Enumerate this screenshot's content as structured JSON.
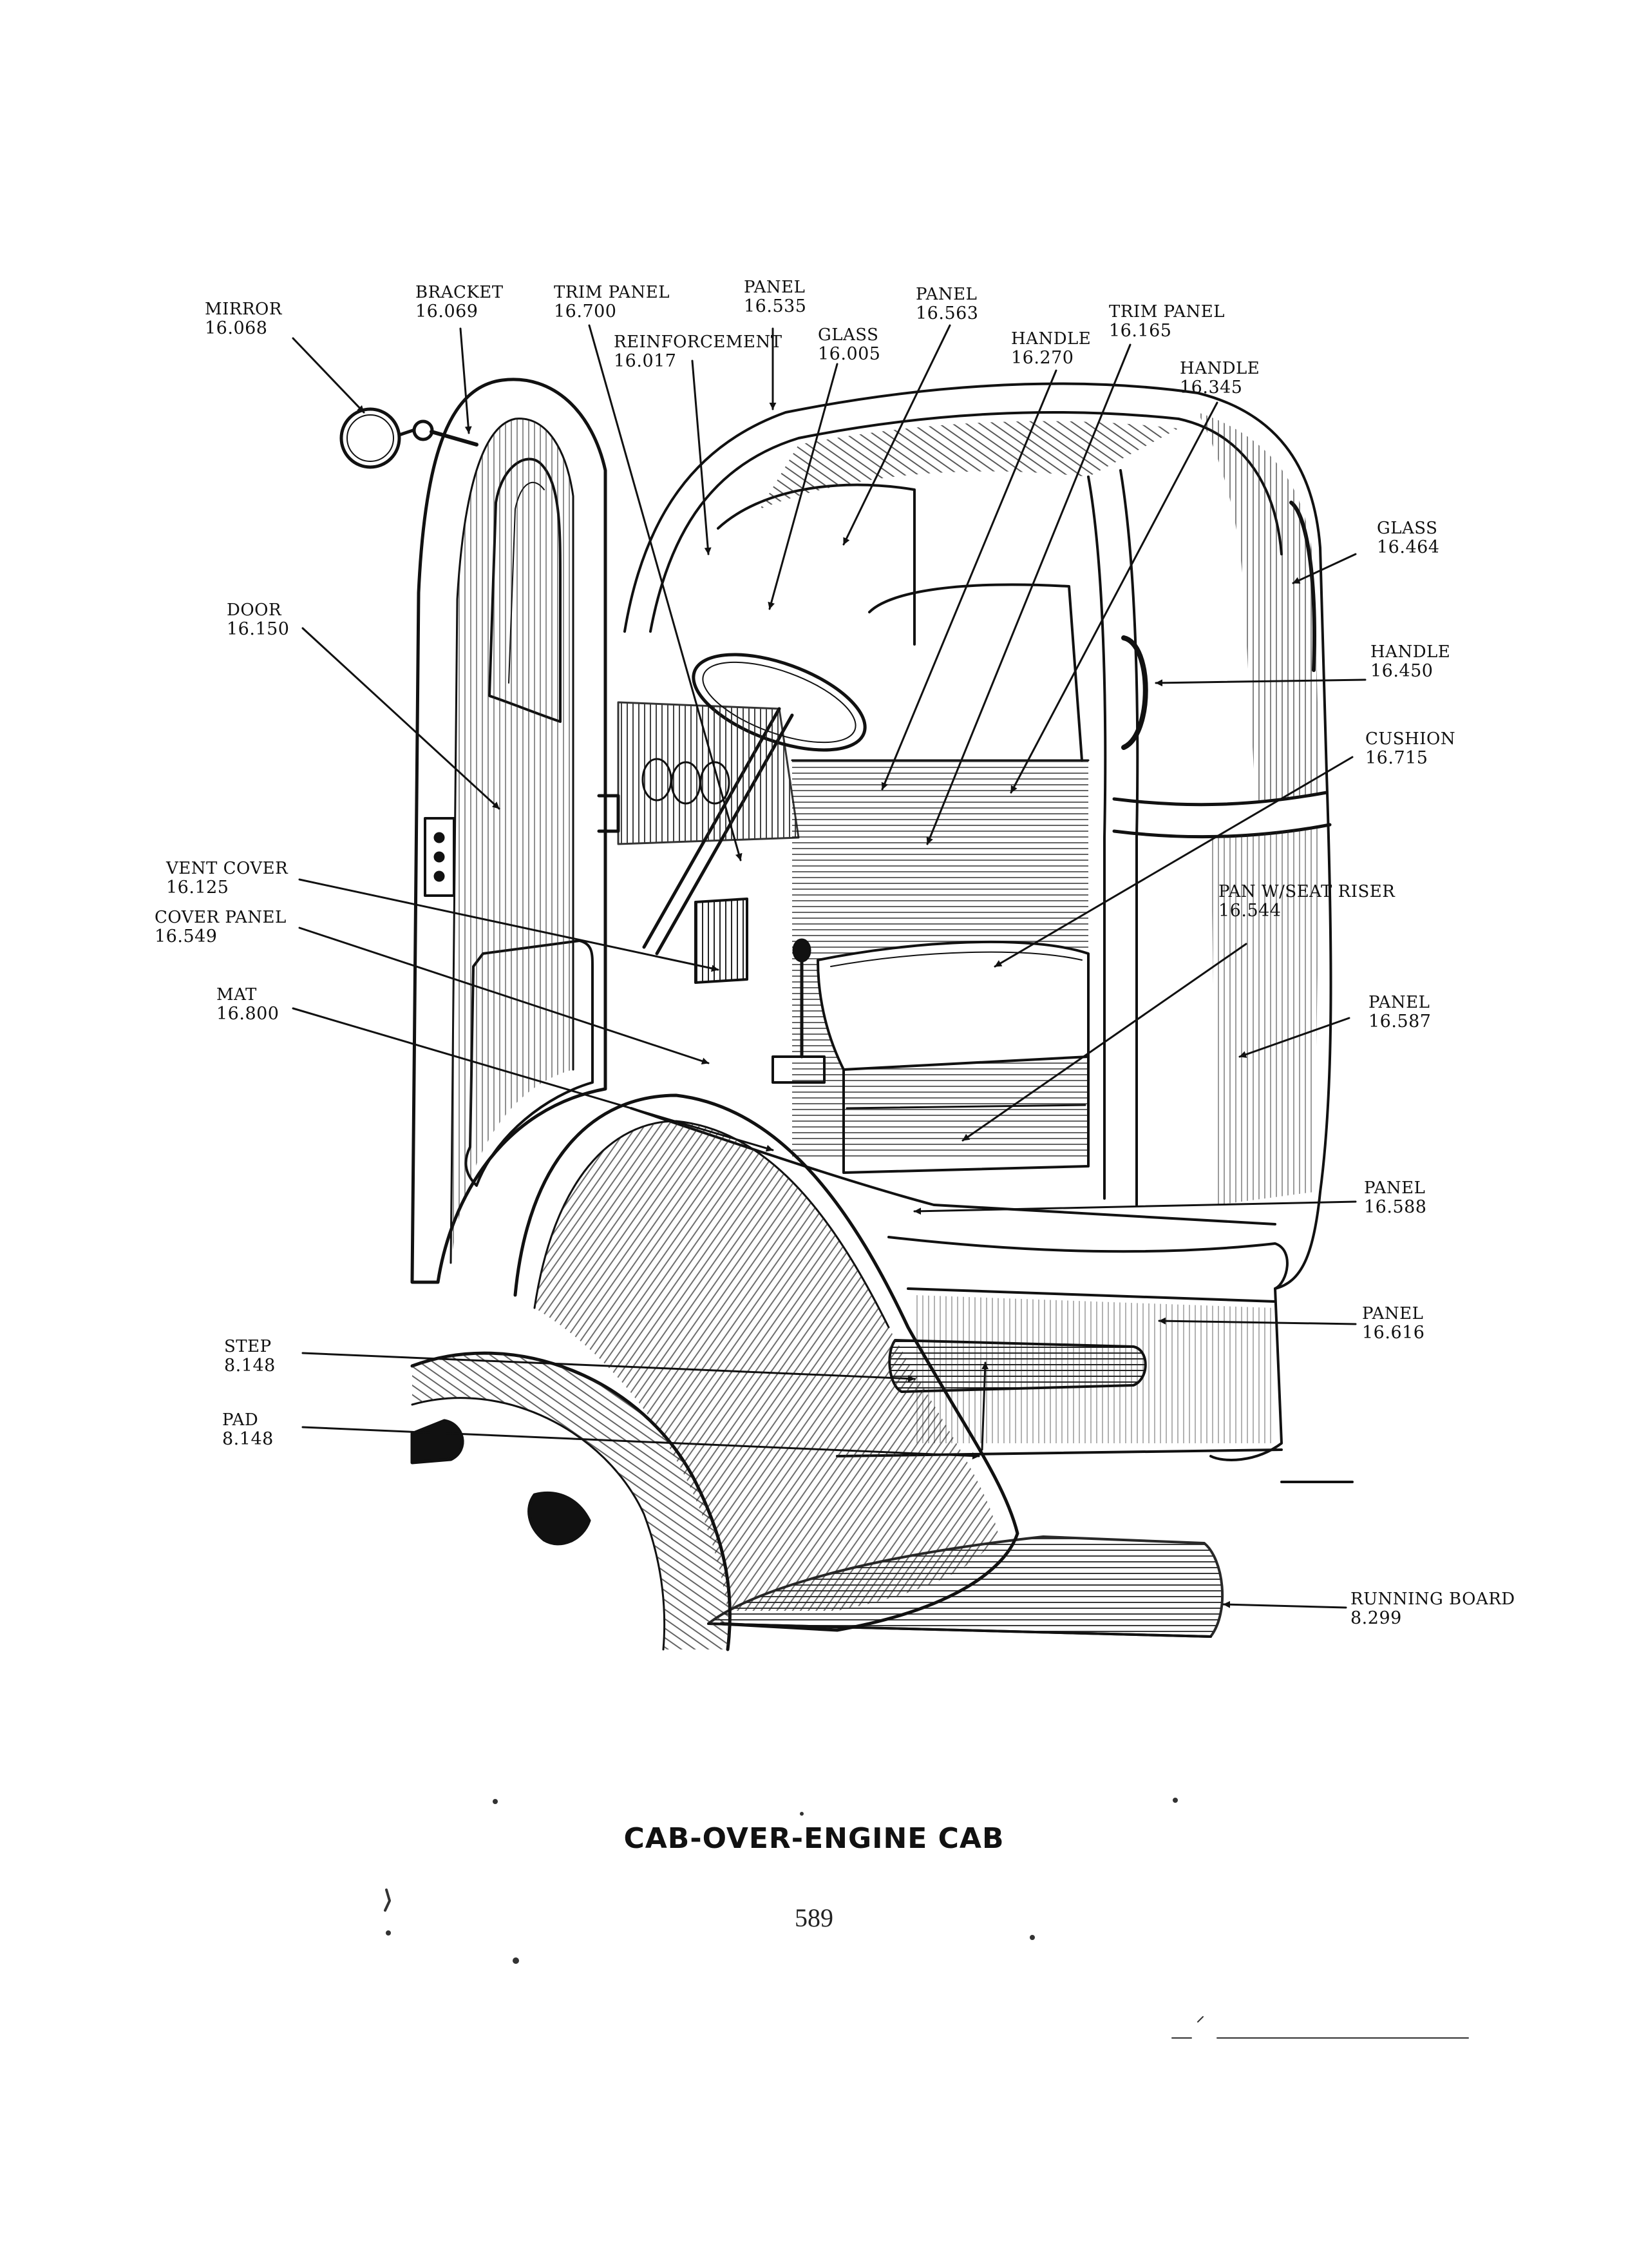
{
  "caption": "CAB-OVER-ENGINE CAB",
  "page_number": "589",
  "callouts": [
    {
      "id": "mirror",
      "name": "MIRROR",
      "code": "16.068"
    },
    {
      "id": "bracket",
      "name": "BRACKET",
      "code": "16.069"
    },
    {
      "id": "trim-panel-a",
      "name": "TRIM PANEL",
      "code": "16.700"
    },
    {
      "id": "reinforcement",
      "name": "REINFORCEMENT",
      "code": "16.017"
    },
    {
      "id": "panel-535",
      "name": "PANEL",
      "code": "16.535"
    },
    {
      "id": "glass-005",
      "name": "GLASS",
      "code": "16.005"
    },
    {
      "id": "panel-563",
      "name": "PANEL",
      "code": "16.563"
    },
    {
      "id": "handle-270",
      "name": "HANDLE",
      "code": "16.270"
    },
    {
      "id": "trim-panel-b",
      "name": "TRIM PANEL",
      "code": "16.165"
    },
    {
      "id": "handle-345",
      "name": "HANDLE",
      "code": "16.345"
    },
    {
      "id": "glass-464",
      "name": "GLASS",
      "code": "16.464"
    },
    {
      "id": "handle-450",
      "name": "HANDLE",
      "code": "16.450"
    },
    {
      "id": "cushion",
      "name": "CUSHION",
      "code": "16.715"
    },
    {
      "id": "pan-seat-riser",
      "name": "PAN W/SEAT RISER",
      "code": "16.544"
    },
    {
      "id": "panel-587",
      "name": "PANEL",
      "code": "16.587"
    },
    {
      "id": "panel-588",
      "name": "PANEL",
      "code": "16.588"
    },
    {
      "id": "panel-616",
      "name": "PANEL",
      "code": "16.616"
    },
    {
      "id": "running-board",
      "name": "RUNNING BOARD",
      "code": "8.299"
    },
    {
      "id": "door",
      "name": "DOOR",
      "code": "16.150"
    },
    {
      "id": "vent-cover",
      "name": "VENT COVER",
      "code": "16.125"
    },
    {
      "id": "cover-panel",
      "name": "COVER PANEL",
      "code": "16.549"
    },
    {
      "id": "mat",
      "name": "MAT",
      "code": "16.800"
    },
    {
      "id": "step",
      "name": "STEP",
      "code": "8.148"
    },
    {
      "id": "pad",
      "name": "PAD",
      "code": "8.148"
    }
  ]
}
